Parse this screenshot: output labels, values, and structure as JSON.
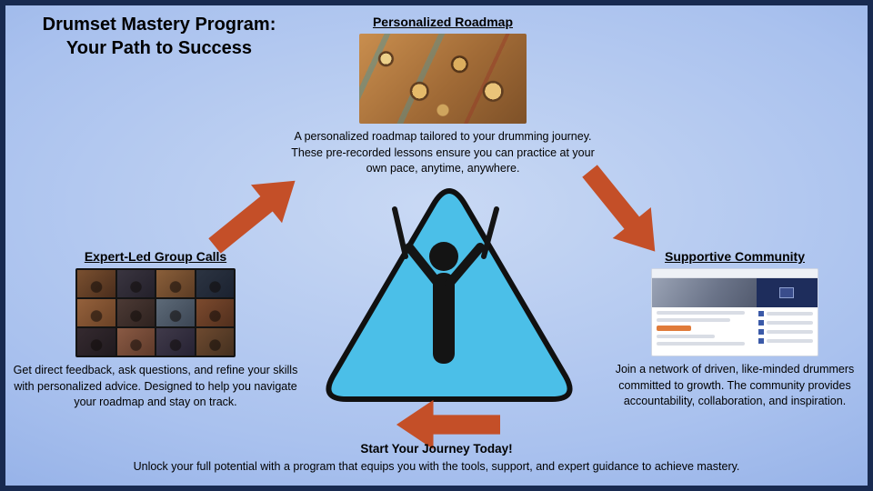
{
  "title": {
    "line1": "Drumset Mastery Program:",
    "line2": "Your Path to Success"
  },
  "sections": {
    "roadmap": {
      "heading": "Personalized Roadmap",
      "body": "A personalized roadmap tailored to your drumming journey. These pre-recorded lessons ensure you can practice at your own pace, anytime, anywhere.",
      "image_alt": "illustrated map with drums"
    },
    "group_calls": {
      "heading": "Expert-Led Group Calls",
      "body": "Get direct feedback, ask questions, and refine your skills with personalized advice. Designed to help you navigate your roadmap and stay on track.",
      "image_alt": "video call grid of drummers"
    },
    "community": {
      "heading": "Supportive Community",
      "body": "Join a network of driven, like-minded drummers committed to growth. The community provides accountability, collaboration, and inspiration.",
      "image_alt": "online community page screenshot"
    }
  },
  "footer": {
    "heading": "Start Your Journey Today!",
    "body": "Unlock your full potential with a program that equips you with the tools, support, and expert guidance to achieve mastery."
  },
  "colors": {
    "accent_arrow": "#c44f28",
    "triangle_fill": "#4bbfe8",
    "slide_border": "#182a50",
    "bg_center": "#c9d9f4",
    "bg_edge": "#7497dd"
  }
}
